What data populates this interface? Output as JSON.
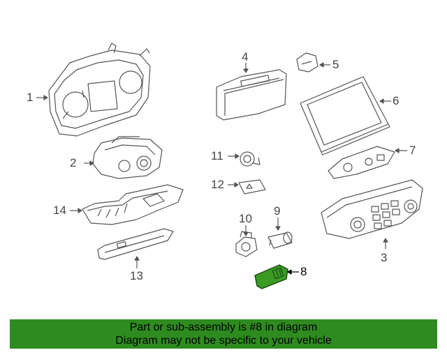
{
  "callouts": {
    "c1": "1",
    "c2": "2",
    "c3": "3",
    "c4": "4",
    "c5": "5",
    "c6": "6",
    "c7": "7",
    "c8": "8",
    "c9": "9",
    "c10": "10",
    "c11": "11",
    "c12": "12",
    "c13": "13",
    "c14": "14"
  },
  "highlight_color": "#3a9a22",
  "banner": {
    "line1": "Part or sub-assembly is #8 in diagram",
    "line2": "Diagram may not be specific to your vehicle",
    "color": "#2e8b1f"
  }
}
